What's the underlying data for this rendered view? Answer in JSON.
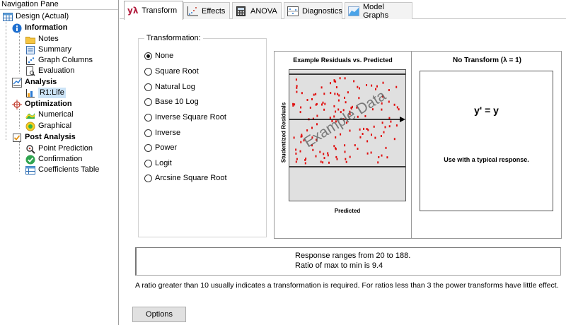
{
  "nav": {
    "title": "Navigation Pane",
    "items": [
      {
        "label": "Design (Actual)"
      },
      {
        "label": "Information"
      },
      {
        "label": "Notes"
      },
      {
        "label": "Summary"
      },
      {
        "label": "Graph Columns"
      },
      {
        "label": "Evaluation"
      },
      {
        "label": "Analysis"
      },
      {
        "label": "R1:Life"
      },
      {
        "label": "Optimization"
      },
      {
        "label": "Numerical"
      },
      {
        "label": "Graphical"
      },
      {
        "label": "Post Analysis"
      },
      {
        "label": "Point Prediction"
      },
      {
        "label": "Confirmation"
      },
      {
        "label": "Coefficients Table"
      }
    ]
  },
  "tabs": [
    {
      "label": "Transform",
      "glyph": "yλ"
    },
    {
      "label": "Effects"
    },
    {
      "label": "ANOVA"
    },
    {
      "label": "Diagnostics"
    },
    {
      "label": "Model Graphs"
    }
  ],
  "transformation": {
    "legend": "Transformation:",
    "options": [
      "None",
      "Square Root",
      "Natural Log",
      "Base 10 Log",
      "Inverse Square Root",
      "Inverse",
      "Power",
      "Logit",
      "Arcsine Square Root"
    ],
    "selected": "None"
  },
  "example_plot": {
    "title": "Example Residuals vs. Predicted",
    "ylabel": "Studentized Residuals",
    "xlabel": "Predicted",
    "watermark": "Example Data",
    "point_color": "#e01010"
  },
  "no_transform": {
    "title": "No Transform (λ = 1)",
    "formula": "y' = y",
    "note": "Use with a typical response."
  },
  "range": {
    "line1": "Response ranges from 20 to 188.",
    "line2": "Ratio of max to min is 9.4"
  },
  "hint": "A ratio greater than 10 usually indicates a transformation is required. For ratios less than 3 the power transforms have little effect.",
  "options_button": "Options"
}
